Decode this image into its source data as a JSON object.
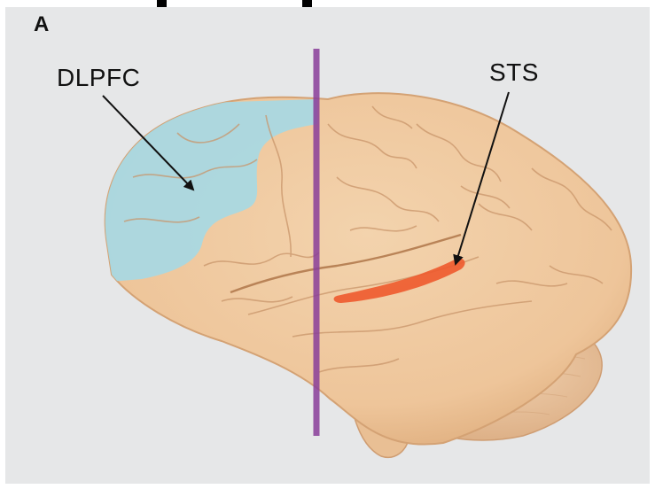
{
  "figure": {
    "panel_letter": "A",
    "labels": {
      "dlpfc": "DLPFC",
      "sts": "STS"
    },
    "colors": {
      "background": "#e6e7e8",
      "brain": "#f0cba0",
      "brain_shadow": "#d9a877",
      "dlpfc_region": "#a9d8e2",
      "sts_region": "#ee5a2e",
      "midline": "#8a3f9a",
      "arrow": "#111111"
    }
  }
}
